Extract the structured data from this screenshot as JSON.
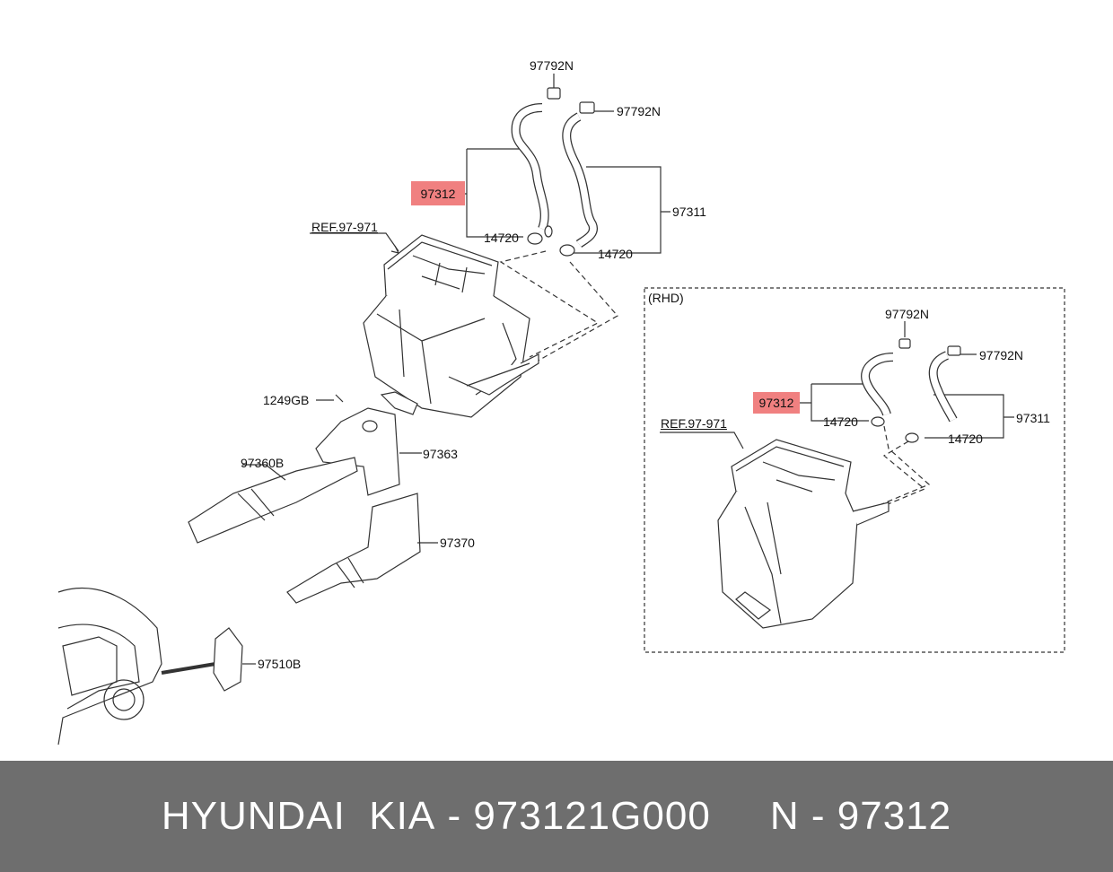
{
  "labels": {
    "clamp_top_1": "97792N",
    "clamp_top_2": "97792N",
    "hose_main": "97312",
    "hose_311": "97311",
    "clamp_bottom_1": "14720",
    "clamp_bottom_2": "14720",
    "ref": "REF.97-971",
    "screw": "1249GB",
    "duct_363": "97363",
    "duct_360b": "97360B",
    "duct_370": "97370",
    "vent_510b": "97510B"
  },
  "rhd": {
    "title": "(RHD)",
    "clamp_top_1": "97792N",
    "clamp_top_2": "97792N",
    "hose_main": "97312",
    "hose_311": "97311",
    "clamp_bottom_1": "14720",
    "clamp_bottom_2": "14720",
    "ref": "REF.97-971"
  },
  "footer": {
    "brand": "HYUNDAI  KIA",
    "sep1": " - ",
    "part_number": "973121G000",
    "sep2": "     N - ",
    "ref_number": "97312"
  },
  "colors": {
    "highlight": "#f08080",
    "footer_bg": "#6e6e6e",
    "line": "#333333"
  }
}
